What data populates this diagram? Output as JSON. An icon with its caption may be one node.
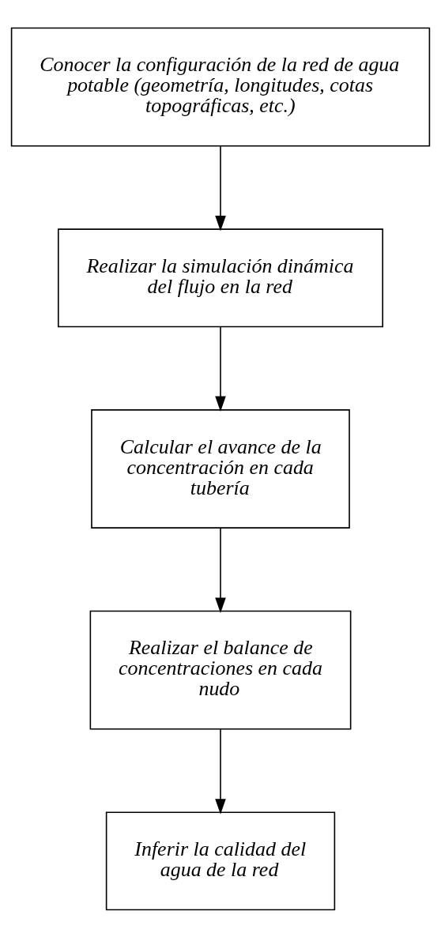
{
  "diagram": {
    "nodes": [
      {
        "text": [
          "Conocer la configuración de la red de agua potable (geometría, longitudes, cotas topográficas, etc.)"
        ]
      },
      {
        "text": [
          "Realizar la simulación dinámica del flujo en la red"
        ]
      },
      {
        "text": [
          "Calcular el avance de la concentración en cada tubería"
        ]
      },
      {
        "text": [
          "Realizar el balance de concentraciones en cada nudo"
        ]
      },
      {
        "text": [
          "Inferir la calidad del agua de la red"
        ]
      }
    ],
    "edges": [
      {
        "from": 0,
        "to": 1,
        "arrow": "to"
      },
      {
        "from": 1,
        "to": 2,
        "arrow": "to"
      },
      {
        "from": 2,
        "to": 3,
        "arrow": "to"
      },
      {
        "from": 3,
        "to": 4,
        "arrow": "to"
      }
    ]
  }
}
